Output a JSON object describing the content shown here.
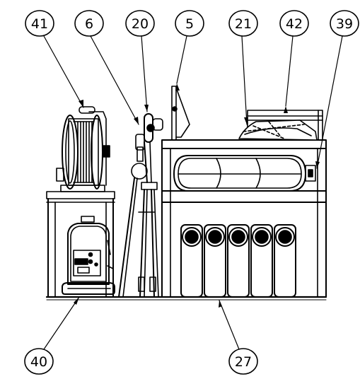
{
  "diagram": {
    "callouts": [
      {
        "id": "callout-41",
        "label": "41",
        "part": "cable-reel"
      },
      {
        "id": "callout-6",
        "label": "6",
        "part": "tripod-clamp"
      },
      {
        "id": "callout-20",
        "label": "20",
        "part": "tripod-head"
      },
      {
        "id": "callout-5",
        "label": "5",
        "part": "mast-bracket"
      },
      {
        "id": "callout-21",
        "label": "21",
        "part": "folded-cover"
      },
      {
        "id": "callout-42",
        "label": "42",
        "part": "storage-box"
      },
      {
        "id": "callout-39",
        "label": "39",
        "part": "latch"
      },
      {
        "id": "callout-40",
        "label": "40",
        "part": "generator"
      },
      {
        "id": "callout-27",
        "label": "27",
        "part": "cylinders"
      }
    ],
    "colors": {
      "line": "#000000",
      "background": "#ffffff"
    }
  }
}
